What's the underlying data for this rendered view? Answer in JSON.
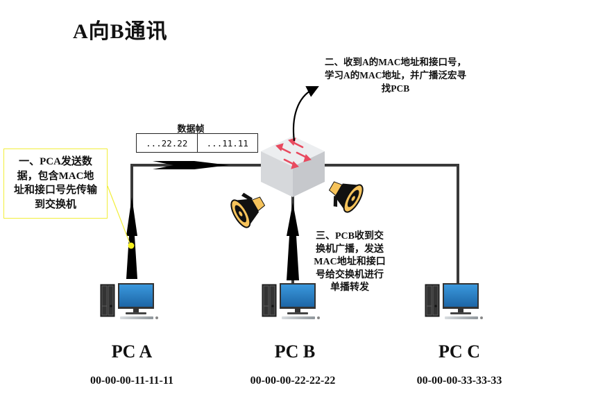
{
  "title": "A向B通讯",
  "steps": {
    "step1": "一、PCA发送数据，包含MAC地址和接口号先传输到交换机",
    "step2": "二、收到A的MAC地址和接口号，学习A的MAC地址，并广播泛宏寻找PCB",
    "step3": "三、PCB收到交换机广播，发送MAC地址和接口号给交换机进行单播转发"
  },
  "step_lines": {
    "step1": [
      "一、PCA发送数",
      "据，包含MAC地",
      "址和接口号先传输",
      "到交换机"
    ],
    "step2": [
      "二、收到A的MAC地址和接口号，",
      "学习A的MAC地址，并广播泛宏寻",
      "找PCB"
    ],
    "step3": [
      "三、PCB收到交",
      "换机广播，发送",
      "MAC地址和接口",
      "号给交换机进行",
      "单播转发"
    ]
  },
  "data_frame": {
    "label": "数据帧",
    "dest": "...22.22",
    "src": "...11.11"
  },
  "devices": {
    "switch": {
      "icon": "network-switch-icon"
    },
    "pcs": [
      {
        "name": "PC A",
        "mac": "00-00-00-11-11-11",
        "icon": "desktop-computer-icon"
      },
      {
        "name": "PC B",
        "mac": "00-00-00-22-22-22",
        "icon": "desktop-computer-icon"
      },
      {
        "name": "PC C",
        "mac": "00-00-00-33-33-33",
        "icon": "desktop-computer-icon"
      }
    ]
  },
  "colors": {
    "cable": "#3a3a3a",
    "arrow": "#000000",
    "switch_arrow": "#e84a5f",
    "callout_border": "#f2ee3a",
    "megaphone": "#f6c35b",
    "monitor_screen": "#2d86c9"
  }
}
